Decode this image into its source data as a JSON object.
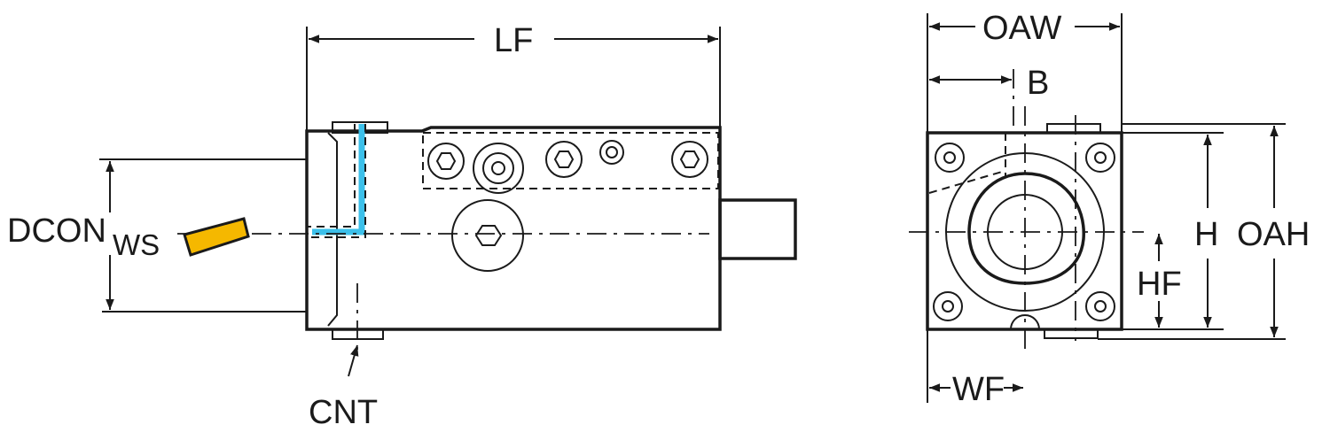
{
  "labels": {
    "lf": "LF",
    "oaw": "OAW",
    "b": "B",
    "dcon": "DCON",
    "ws": "WS",
    "h": "H",
    "oah": "OAH",
    "hf": "HF",
    "wf": "WF",
    "cnt": "CNT"
  },
  "colors": {
    "body": "#b0c4d2",
    "insert": "#f5b800",
    "coolant": "#3cc0ea",
    "clamp": "#e0e4e6",
    "line": "#1a1a1a"
  }
}
